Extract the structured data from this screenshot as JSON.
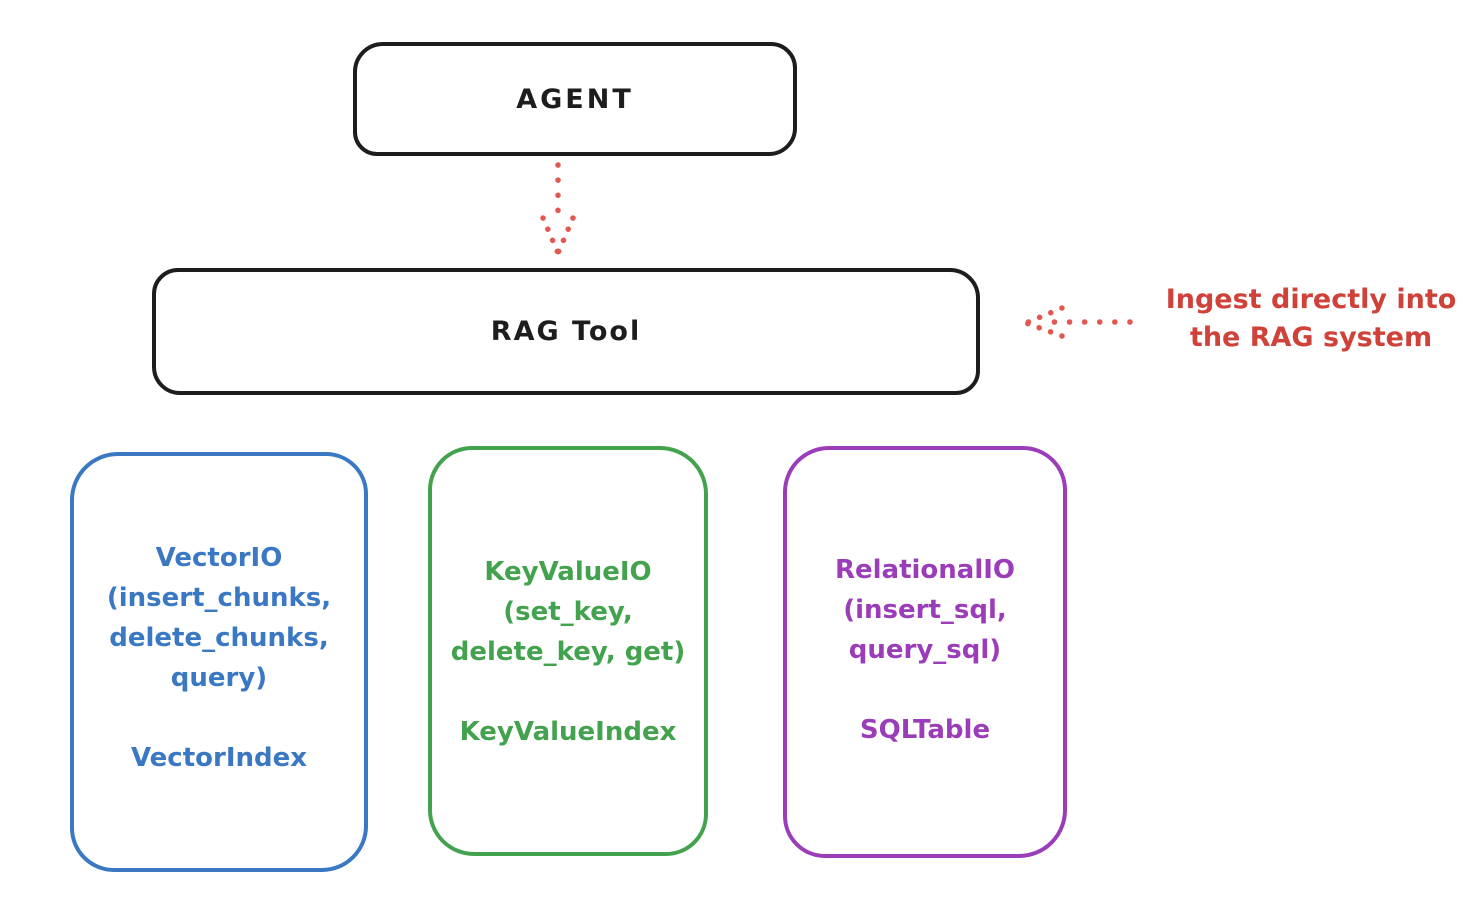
{
  "colors": {
    "ink": "#1d1d1d",
    "background": "#ffffff",
    "red_annotation": "#cf4139",
    "red_arrow": "#e0584f",
    "blue": "#3b78c4",
    "green": "#43a24d",
    "purple": "#9b3db8"
  },
  "nodes": {
    "agent": {
      "label": "AGENT"
    },
    "rag_tool": {
      "label": "RAG Tool"
    }
  },
  "annotation": {
    "line1": "Ingest directly into",
    "line2": "the RAG system"
  },
  "io_boxes": [
    {
      "id": "vector-io",
      "color": "#3b78c4",
      "lines": [
        "VectorIO",
        "(insert_chunks,",
        "delete_chunks,",
        "query)"
      ],
      "index_label": "VectorIndex"
    },
    {
      "id": "keyvalue-io",
      "color": "#43a24d",
      "lines": [
        "KeyValueIO",
        "(set_key,",
        "delete_key, get)"
      ],
      "index_label": "KeyValueIndex"
    },
    {
      "id": "relational-io",
      "color": "#9b3db8",
      "lines": [
        "RelationalIO",
        "(insert_sql,",
        "query_sql)"
      ],
      "index_label": "SQLTable"
    }
  ]
}
